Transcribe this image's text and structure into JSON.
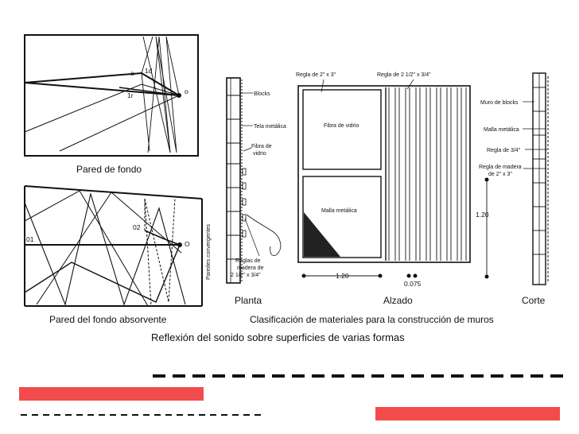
{
  "left_top": {
    "points": {
      "a": "a",
      "1d": "1d",
      "1r": "1r",
      "o": "o"
    },
    "caption": "Pared de fondo"
  },
  "left_bottom": {
    "side_label": "Paredes convergentes",
    "points": {
      "o1": "01",
      "o2": "02",
      "o": "O"
    },
    "caption": "Pared del fondo absorvente"
  },
  "plan": {
    "labels": {
      "blocks": "Blocks",
      "tela": "Tela metálica",
      "fibra": "Fibra de vidrio",
      "reglas": "Reglas de madera de 2 1/2\" x 3/4\""
    },
    "caption": "Planta"
  },
  "elevation": {
    "top_left": "Regla de 2\" x 3\"",
    "top_right": "Regla de 2 1/2\" x 3/4\"",
    "panel_top": "Fibra de vidrio",
    "panel_bottom": "Malla metálica",
    "dim_width": "1.20",
    "dim_small": "0.075",
    "caption": "Alzado"
  },
  "section": {
    "labels": {
      "muro": "Muro de blocks",
      "malla": "Malla metálica",
      "regla34": "Regla de 3/4\"",
      "regla_madera": "Regla de madera de 2\" x 3\""
    },
    "dim_height": "1.20",
    "caption": "Corte"
  },
  "titles": {
    "classification": "Clasificación de materiales para la construcción de muros",
    "reflection": "Reflexión del sonido sobre superficies de varias formas"
  },
  "colors": {
    "accent": "#f24c4c",
    "ink": "#111111"
  }
}
